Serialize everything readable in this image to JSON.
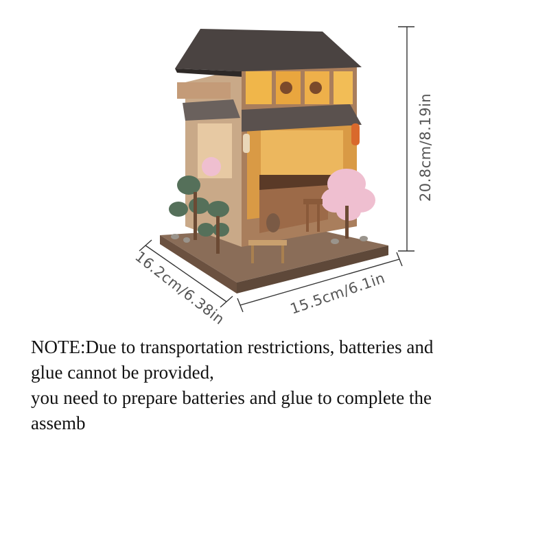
{
  "dimensions": {
    "height": "20.8cm/8.19in",
    "width": "15.5cm/6.1in",
    "depth": "16.2cm/6.38in"
  },
  "note": {
    "line1": "NOTE:Due to transportation restrictions, batteries and",
    "line2": "glue cannot be provided,",
    "line3": "you need to prepare batteries and glue to complete the",
    "line4": "assemb"
  },
  "colors": {
    "roof": "#4a4341",
    "wood": "#b48e6e",
    "light": "#f5b84a",
    "sakura": "#efbfd0",
    "pine": "#55705a"
  }
}
